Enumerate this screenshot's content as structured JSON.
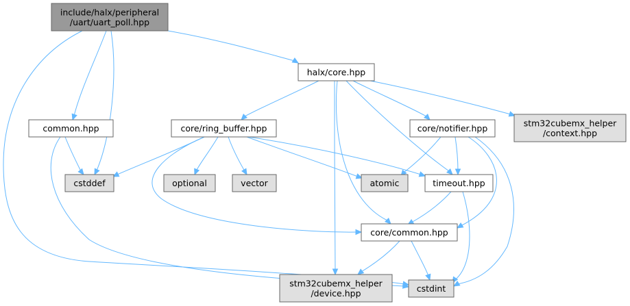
{
  "colors": {
    "edge": "#63b8ff",
    "node_border": "#666666",
    "root_fill": "#999999",
    "project_fill": "#ffffff",
    "external_fill": "#e0e0e0"
  },
  "nodes": [
    {
      "id": "uart_poll",
      "lines": [
        "include/halx/peripheral",
        "/uart/uart_poll.hpp"
      ],
      "kind": "root"
    },
    {
      "id": "halx_core",
      "lines": [
        "halx/core.hpp"
      ],
      "kind": "project"
    },
    {
      "id": "common",
      "lines": [
        "common.hpp"
      ],
      "kind": "project"
    },
    {
      "id": "cstddef",
      "lines": [
        "cstddef"
      ],
      "kind": "external"
    },
    {
      "id": "cstdint",
      "lines": [
        "cstdint"
      ],
      "kind": "external"
    },
    {
      "id": "ring_buffer",
      "lines": [
        "core/ring_buffer.hpp"
      ],
      "kind": "project"
    },
    {
      "id": "notifier",
      "lines": [
        "core/notifier.hpp"
      ],
      "kind": "project"
    },
    {
      "id": "context",
      "lines": [
        "stm32cubemx_helper",
        "/context.hpp"
      ],
      "kind": "external"
    },
    {
      "id": "optional",
      "lines": [
        "optional"
      ],
      "kind": "external"
    },
    {
      "id": "vector",
      "lines": [
        "vector"
      ],
      "kind": "external"
    },
    {
      "id": "atomic",
      "lines": [
        "atomic"
      ],
      "kind": "external"
    },
    {
      "id": "timeout",
      "lines": [
        "timeout.hpp"
      ],
      "kind": "project"
    },
    {
      "id": "core_common",
      "lines": [
        "core/common.hpp"
      ],
      "kind": "project"
    },
    {
      "id": "device",
      "lines": [
        "stm32cubemx_helper",
        "/device.hpp"
      ],
      "kind": "external"
    }
  ],
  "edges": [
    {
      "from": "uart_poll",
      "to": "halx_core"
    },
    {
      "from": "uart_poll",
      "to": "common"
    },
    {
      "from": "uart_poll",
      "to": "cstddef"
    },
    {
      "from": "uart_poll",
      "to": "cstdint"
    },
    {
      "from": "halx_core",
      "to": "ring_buffer"
    },
    {
      "from": "halx_core",
      "to": "notifier"
    },
    {
      "from": "halx_core",
      "to": "context"
    },
    {
      "from": "halx_core",
      "to": "timeout"
    },
    {
      "from": "halx_core",
      "to": "core_common"
    },
    {
      "from": "halx_core",
      "to": "device"
    },
    {
      "from": "common",
      "to": "cstddef"
    },
    {
      "from": "common",
      "to": "cstdint"
    },
    {
      "from": "ring_buffer",
      "to": "cstddef"
    },
    {
      "from": "ring_buffer",
      "to": "optional"
    },
    {
      "from": "ring_buffer",
      "to": "vector"
    },
    {
      "from": "ring_buffer",
      "to": "atomic"
    },
    {
      "from": "ring_buffer",
      "to": "timeout"
    },
    {
      "from": "ring_buffer",
      "to": "core_common"
    },
    {
      "from": "notifier",
      "to": "atomic"
    },
    {
      "from": "notifier",
      "to": "timeout"
    },
    {
      "from": "notifier",
      "to": "core_common"
    },
    {
      "from": "notifier",
      "to": "cstdint"
    },
    {
      "from": "timeout",
      "to": "core_common"
    },
    {
      "from": "timeout",
      "to": "cstdint"
    },
    {
      "from": "core_common",
      "to": "device"
    },
    {
      "from": "core_common",
      "to": "cstdint"
    }
  ]
}
